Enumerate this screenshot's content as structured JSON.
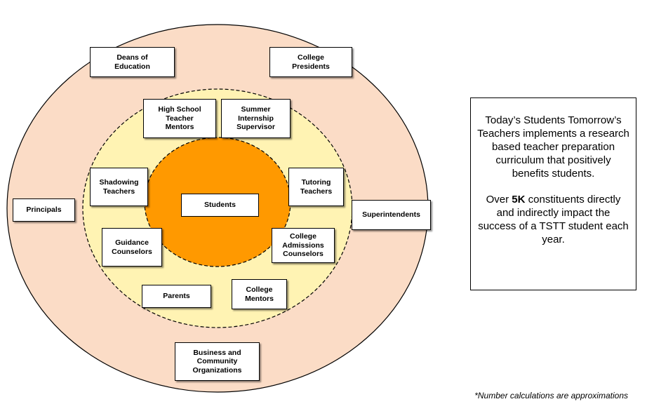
{
  "colors": {
    "outer_ring": "#fbdcc6",
    "middle_ring": "#fff3b3",
    "core": "#ff9900",
    "stroke": "#000000",
    "box_fill": "#ffffff"
  },
  "diagram": {
    "outer_ring": {
      "deans_of_education": "Deans of\nEducation",
      "college_presidents": "College\nPresidents",
      "principals": "Principals",
      "superintendents": "Superintendents",
      "business_community": "Business and\nCommunity\nOrganizations"
    },
    "middle_ring": {
      "high_school_teacher_mentors": "High School\nTeacher\nMentors",
      "summer_internship_supervisor": "Summer\nInternship\nSupervisor",
      "shadowing_teachers": "Shadowing\nTeachers",
      "tutoring_teachers": "Tutoring\nTeachers",
      "guidance_counselors": "Guidance\nCounselors",
      "college_admissions_counselors": "College\nAdmissions\nCounselors",
      "parents": "Parents",
      "college_mentors": "College\nMentors"
    },
    "core": {
      "students": "Students"
    }
  },
  "info_box": {
    "paragraph1": "Today’s Students Tomorrow’s Teachers implements a research based teacher preparation curriculum that positively benefits students.",
    "paragraph2_prefix": "Over ",
    "paragraph2_bold": "5K",
    "paragraph2_suffix": " constituents directly and indirectly impact the success of a TSTT  student each year."
  },
  "footnote": "*Number calculations are approximations"
}
